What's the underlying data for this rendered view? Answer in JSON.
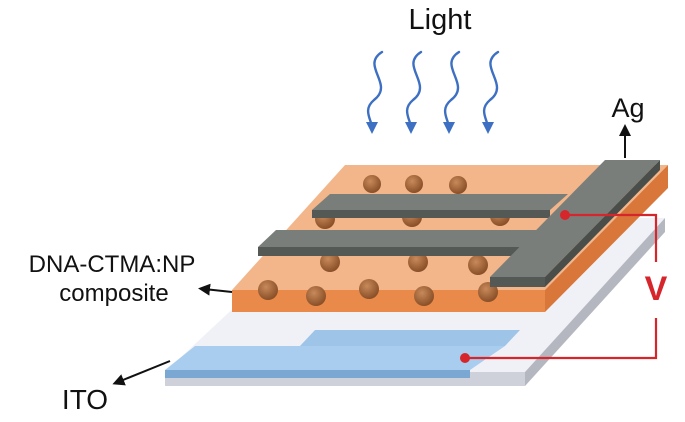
{
  "labels": {
    "light": "Light",
    "ag": "Ag",
    "dna_line1": "DNA-CTMA:NP",
    "dna_line2": "composite",
    "ito": "ITO",
    "voltage": "V"
  },
  "colors": {
    "light_arrow": "#3d6fc2",
    "voltage_circuit": "#d6262b",
    "silver_electrode": "#6b6f6b",
    "composite_layer": "#eb9a5c",
    "ito_layer": "#9ec4e8",
    "substrate": "#f0f1f7"
  },
  "icons": [
    "light-wave-arrow",
    "pointer-arrow"
  ]
}
